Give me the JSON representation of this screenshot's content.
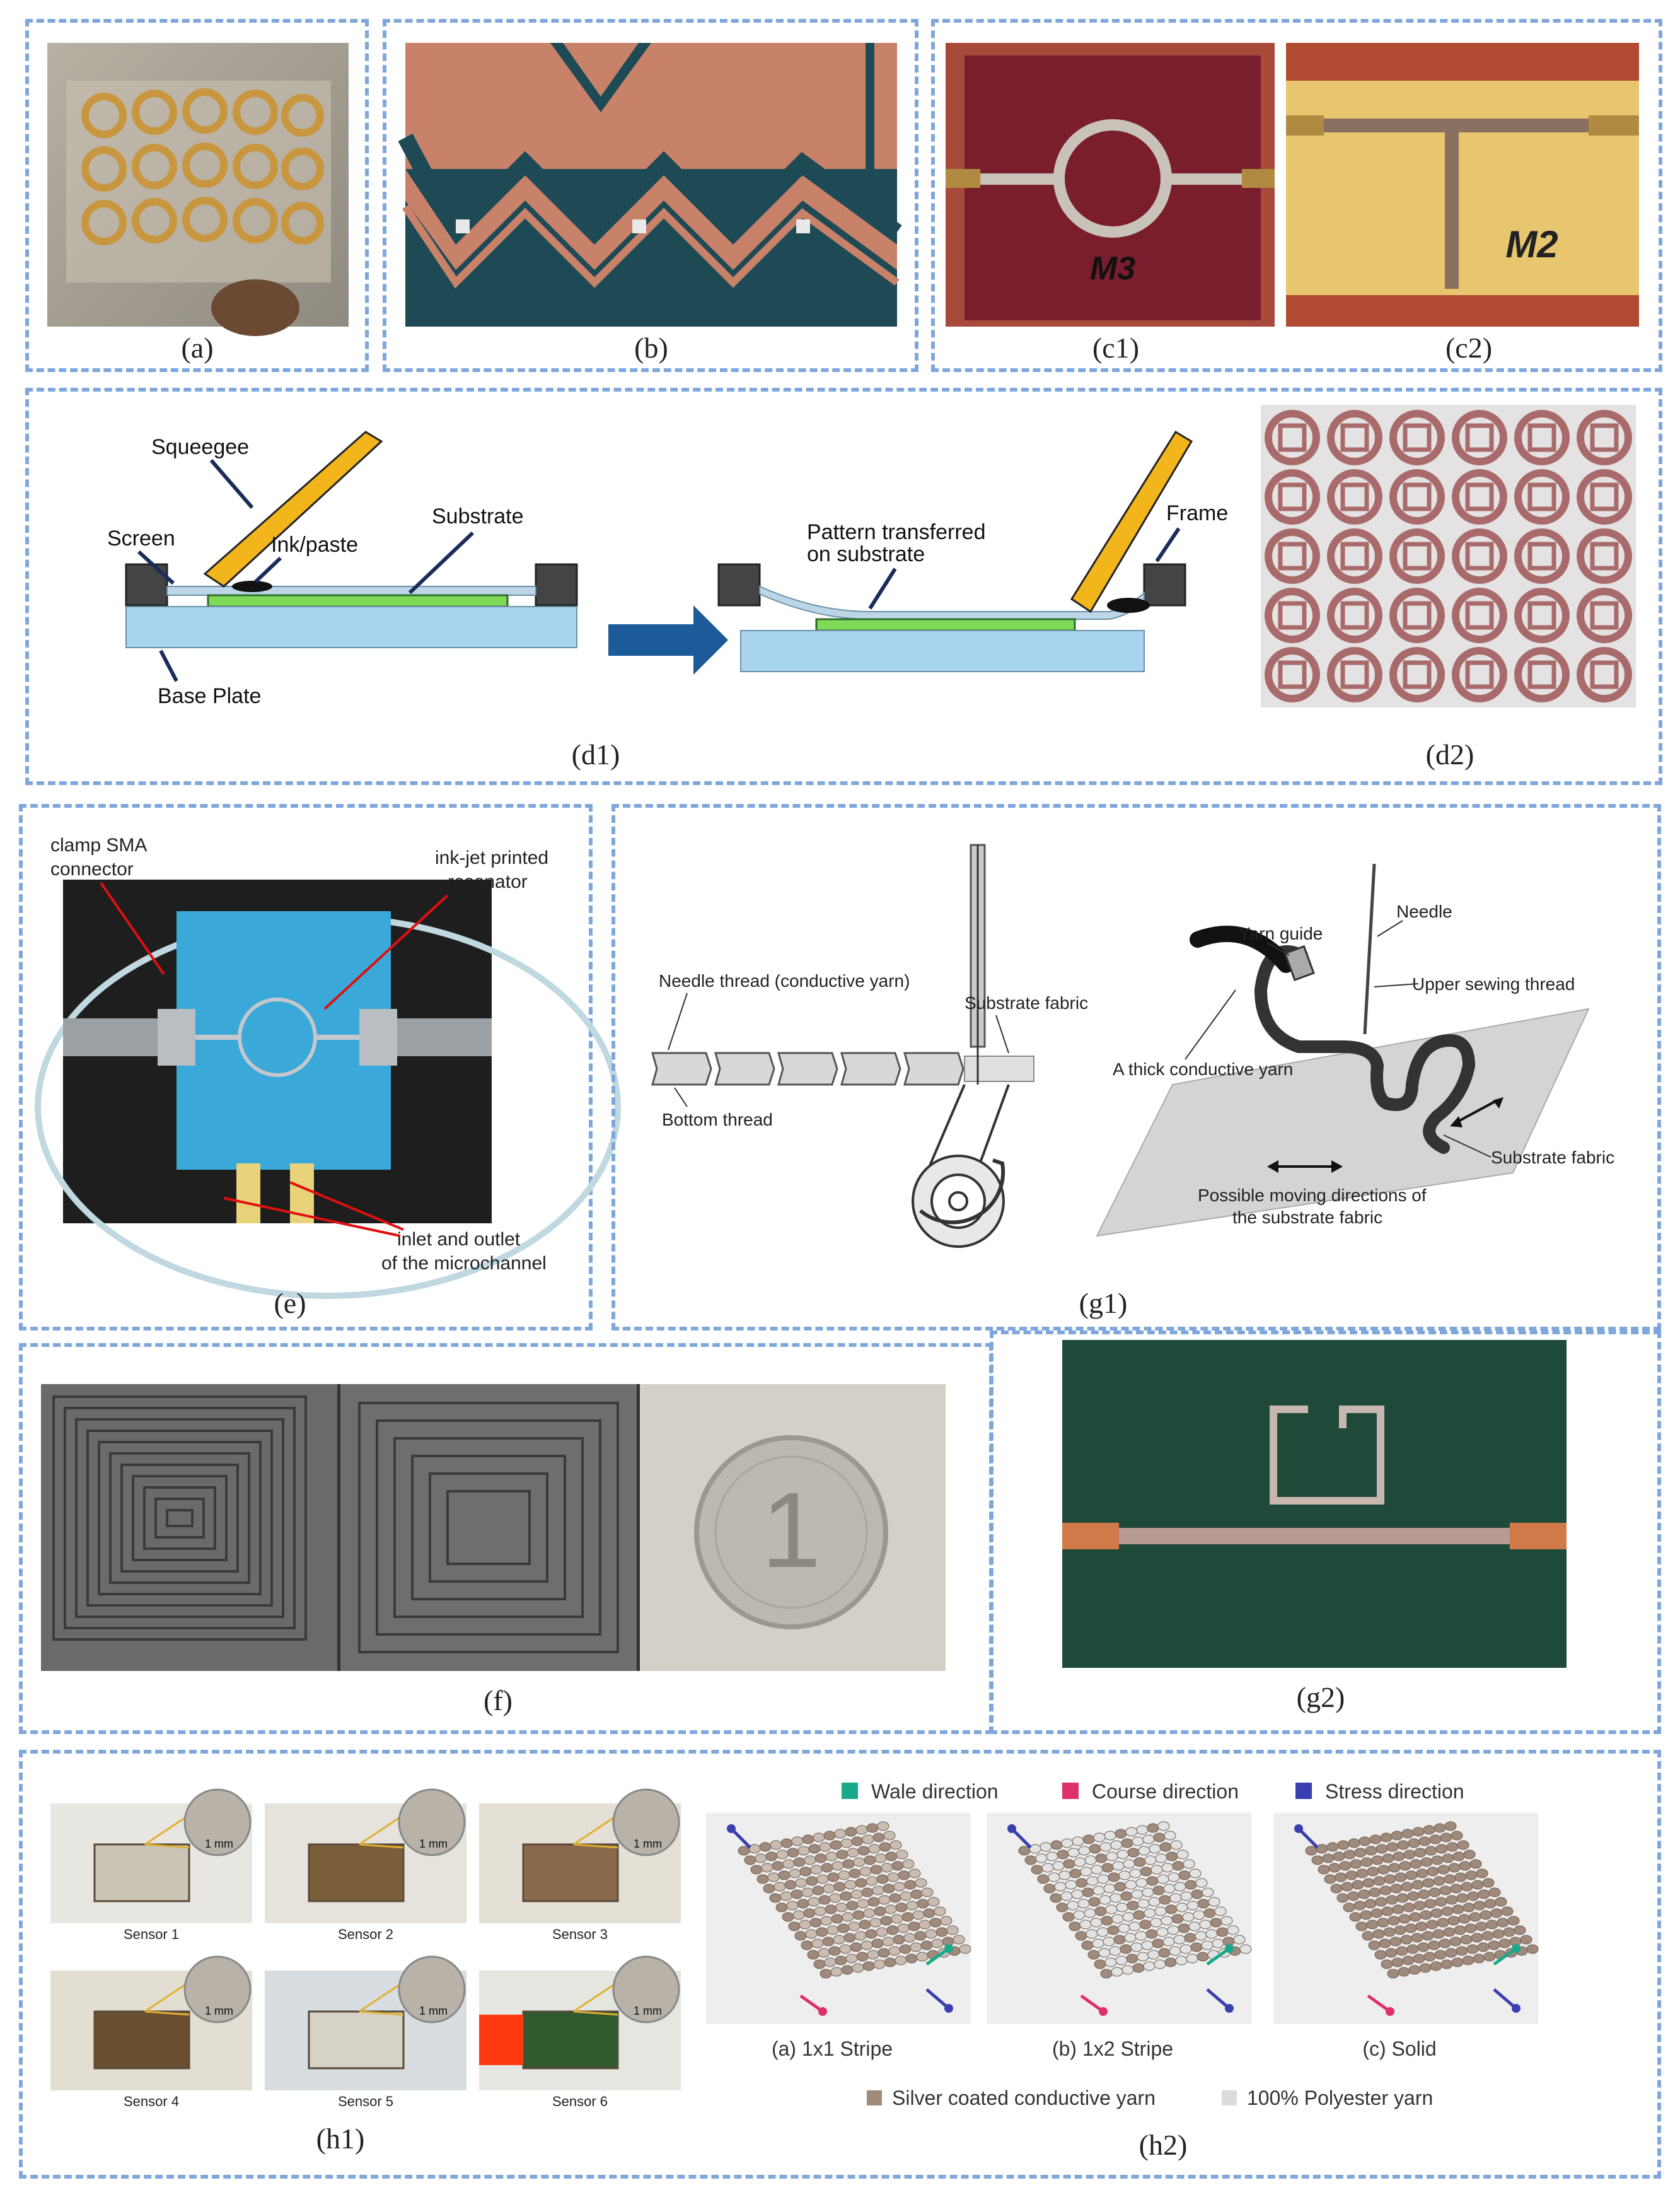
{
  "captions": {
    "a": "(a)",
    "b": "(b)",
    "c1": "(c1)",
    "c2": "(c2)",
    "d1": "(d1)",
    "d2": "(d2)",
    "e": "(e)",
    "g1": "(g1)",
    "f": "(f)",
    "g2": "(g2)",
    "h1": "(h1)",
    "h2": "(h2)"
  },
  "c_labels": {
    "m3": "M3",
    "m2": "M2"
  },
  "d1": {
    "squeegee": "Squeegee",
    "screen": "Screen",
    "ink": "Ink/paste",
    "substrate": "Substrate",
    "base": "Base Plate",
    "pattern_line1": "Pattern transferred",
    "pattern_line2": "on substrate",
    "frame": "Frame"
  },
  "e": {
    "clamp_line1": "clamp SMA",
    "clamp_line2": "connector",
    "ink_line1": "ink-jet printed",
    "ink_line2": "resonator",
    "inlet_line1": "inlet and outlet",
    "inlet_line2": "of the microchannel"
  },
  "g1": {
    "needle_thread": "Needle thread (conductive yarn)",
    "substrate_fabric": "Substrate fabric",
    "bottom_thread": "Bottom thread",
    "yarn_guide": "Yarn guide",
    "needle": "Needle",
    "upper_thread": "Upper sewing thread",
    "thick_yarn": "A thick conductive yarn",
    "substrate_fabric2": "Substrate fabric",
    "moving_line1": "Possible moving directions of",
    "moving_line2": "the substrate fabric"
  },
  "f": {
    "coin_number": "1"
  },
  "h1": {
    "sensors": [
      "Sensor 1",
      "Sensor 2",
      "Sensor 3",
      "Sensor 4",
      "Sensor 5",
      "Sensor 6"
    ],
    "scale": "1 mm"
  },
  "h2": {
    "legend_top": [
      {
        "label": "Wale direction",
        "color": "#1aa88a"
      },
      {
        "label": "Course direction",
        "color": "#e0306a"
      },
      {
        "label": "Stress direction",
        "color": "#3a3fb0"
      }
    ],
    "subcaptions": [
      "(a) 1x1 Stripe",
      "(b) 1x2 Stripe",
      "(c) Solid"
    ],
    "legend_bottom": [
      {
        "label": "Silver coated conductive yarn",
        "color": "#a08a7c"
      },
      {
        "label": "100% Polyester yarn",
        "color": "#dcdcdc"
      }
    ]
  }
}
